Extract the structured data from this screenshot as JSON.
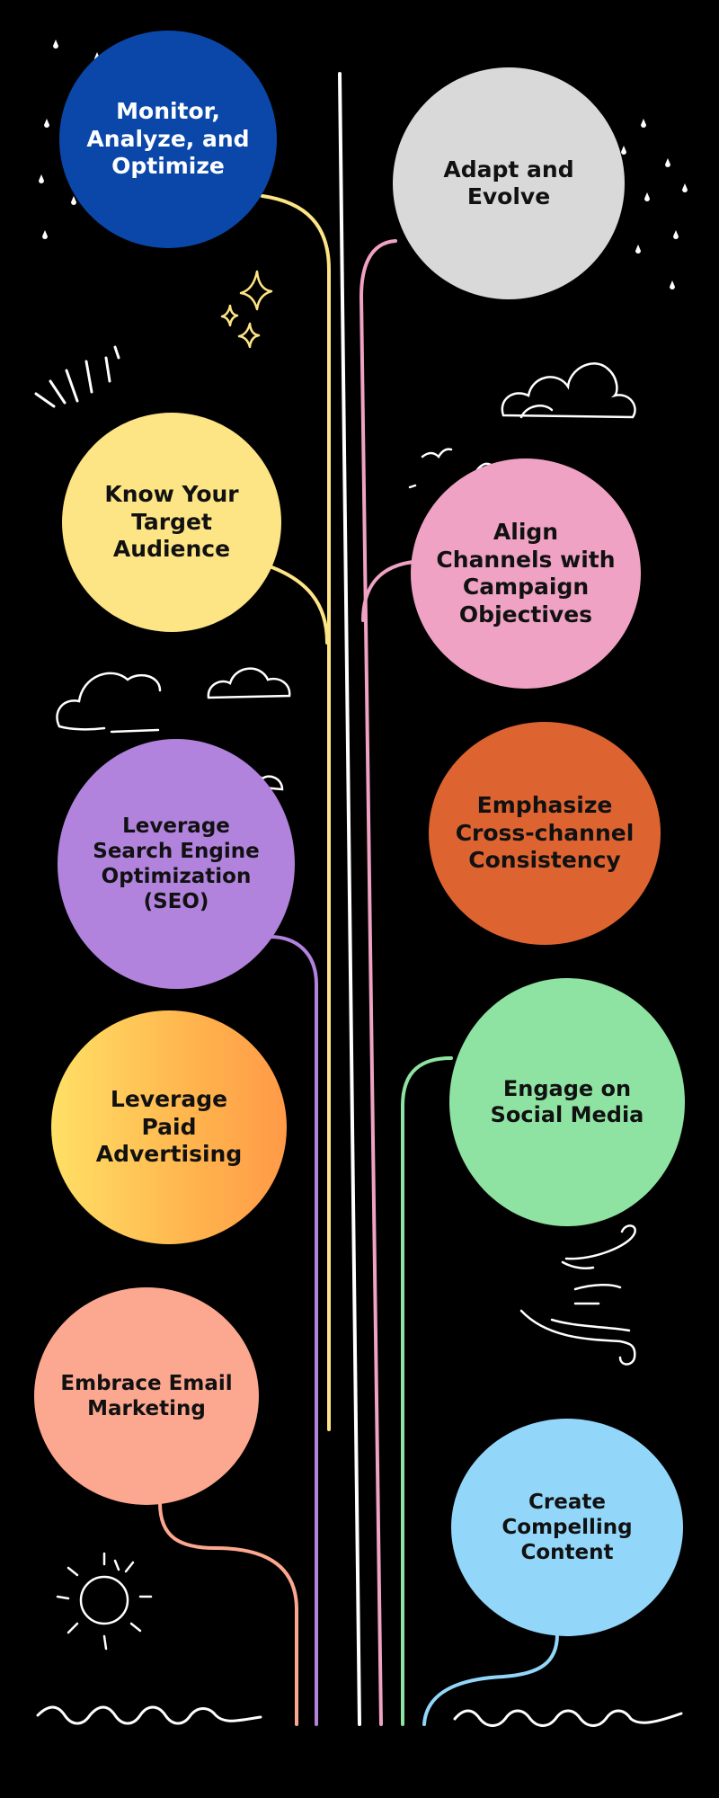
{
  "steps": {
    "monitor": "Monitor, Analyze, and Optimize",
    "adapt": "Adapt and Evolve",
    "audience": "Know Your Target Audience",
    "align": "Align Channels with Campaign Objectives",
    "seo": "Leverage Search Engine Optimization (SEO)",
    "cross": "Emphasize Cross-channel Consistency",
    "paid": "Leverage Paid Advertising",
    "social": "Engage on Social Media",
    "email": "Embrace Email Marketing",
    "content": "Create Compelling Content"
  },
  "colors": {
    "background": "#000000",
    "monitor": "#0a47a9",
    "adapt": "#d9d9d9",
    "audience": "#fde484",
    "align": "#efa2c3",
    "seo": "#b183dd",
    "cross": "#dd6431",
    "paid": "#ffb44d",
    "social": "#8fe3a2",
    "email": "#fca78f",
    "content": "#92d7fa",
    "doodles": "#ffffff",
    "sparkles": "#fde484"
  }
}
